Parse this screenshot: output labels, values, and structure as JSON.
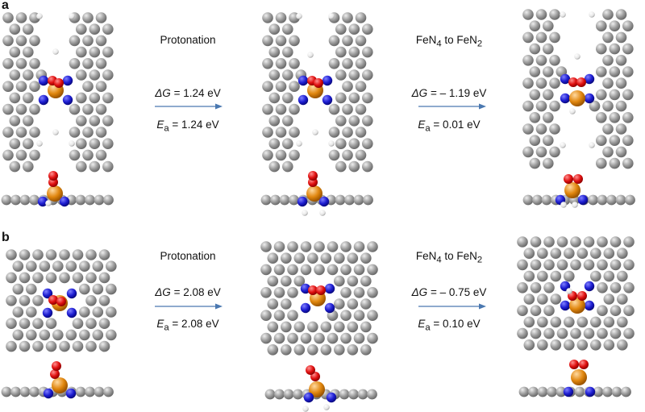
{
  "panels": [
    {
      "label": "a",
      "steps": [
        {
          "title_main": "Protonation",
          "title_sub1": "",
          "title_mid": "",
          "title_sub2": "",
          "dG_symbol": "ΔG",
          "dG_value": " = 1.24 eV",
          "Ea_symbol": "E",
          "Ea_sub": "a",
          "Ea_value": " = 1.24 eV"
        },
        {
          "title_main": "FeN",
          "title_sub1": "4",
          "title_mid": " to FeN",
          "title_sub2": "2",
          "dG_symbol": "ΔG",
          "dG_value": " = – 1.19 eV",
          "Ea_symbol": "E",
          "Ea_sub": "a",
          "Ea_value": " = 0.01 eV"
        }
      ]
    },
    {
      "label": "b",
      "steps": [
        {
          "title_main": "Protonation",
          "title_sub1": "",
          "title_mid": "",
          "title_sub2": "",
          "dG_symbol": "ΔG",
          "dG_value": " = 2.08 eV",
          "Ea_symbol": "E",
          "Ea_sub": "a",
          "Ea_value": " = 2.08 eV"
        },
        {
          "title_main": "FeN",
          "title_sub1": "4",
          "title_mid": " to FeN",
          "title_sub2": "2",
          "dG_symbol": "ΔG",
          "dG_value": " = – 0.75 eV",
          "Ea_symbol": "E",
          "Ea_sub": "a",
          "Ea_value": " = 0.10 eV"
        }
      ]
    }
  ],
  "colors": {
    "carbon": "#9a9a9a",
    "nitrogen": "#1c1cd0",
    "oxygen": "#e01010",
    "iron": "#e0860e",
    "hydrogen": "#e6e6e6",
    "arrow": "#4a78b0"
  }
}
